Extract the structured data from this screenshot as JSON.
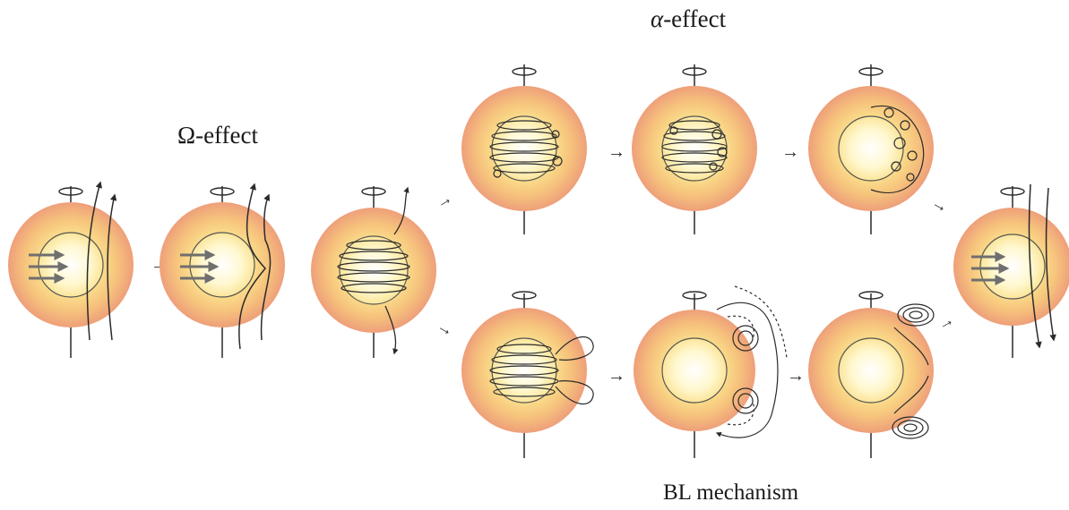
{
  "labels": {
    "omega_symbol": "Ω",
    "omega_suffix": "-effect",
    "alpha_symbol": "α",
    "alpha_suffix": "-effect",
    "bl_mechanism": "BL mechanism"
  },
  "colors": {
    "outer_shell": "#f0a87a",
    "mid_shell": "#f7c98c",
    "inner_glow": "#fff7d0",
    "core": "#fffdf0",
    "line": "#2a2a2a",
    "arrow_grey": "#7a7a7a"
  }
}
